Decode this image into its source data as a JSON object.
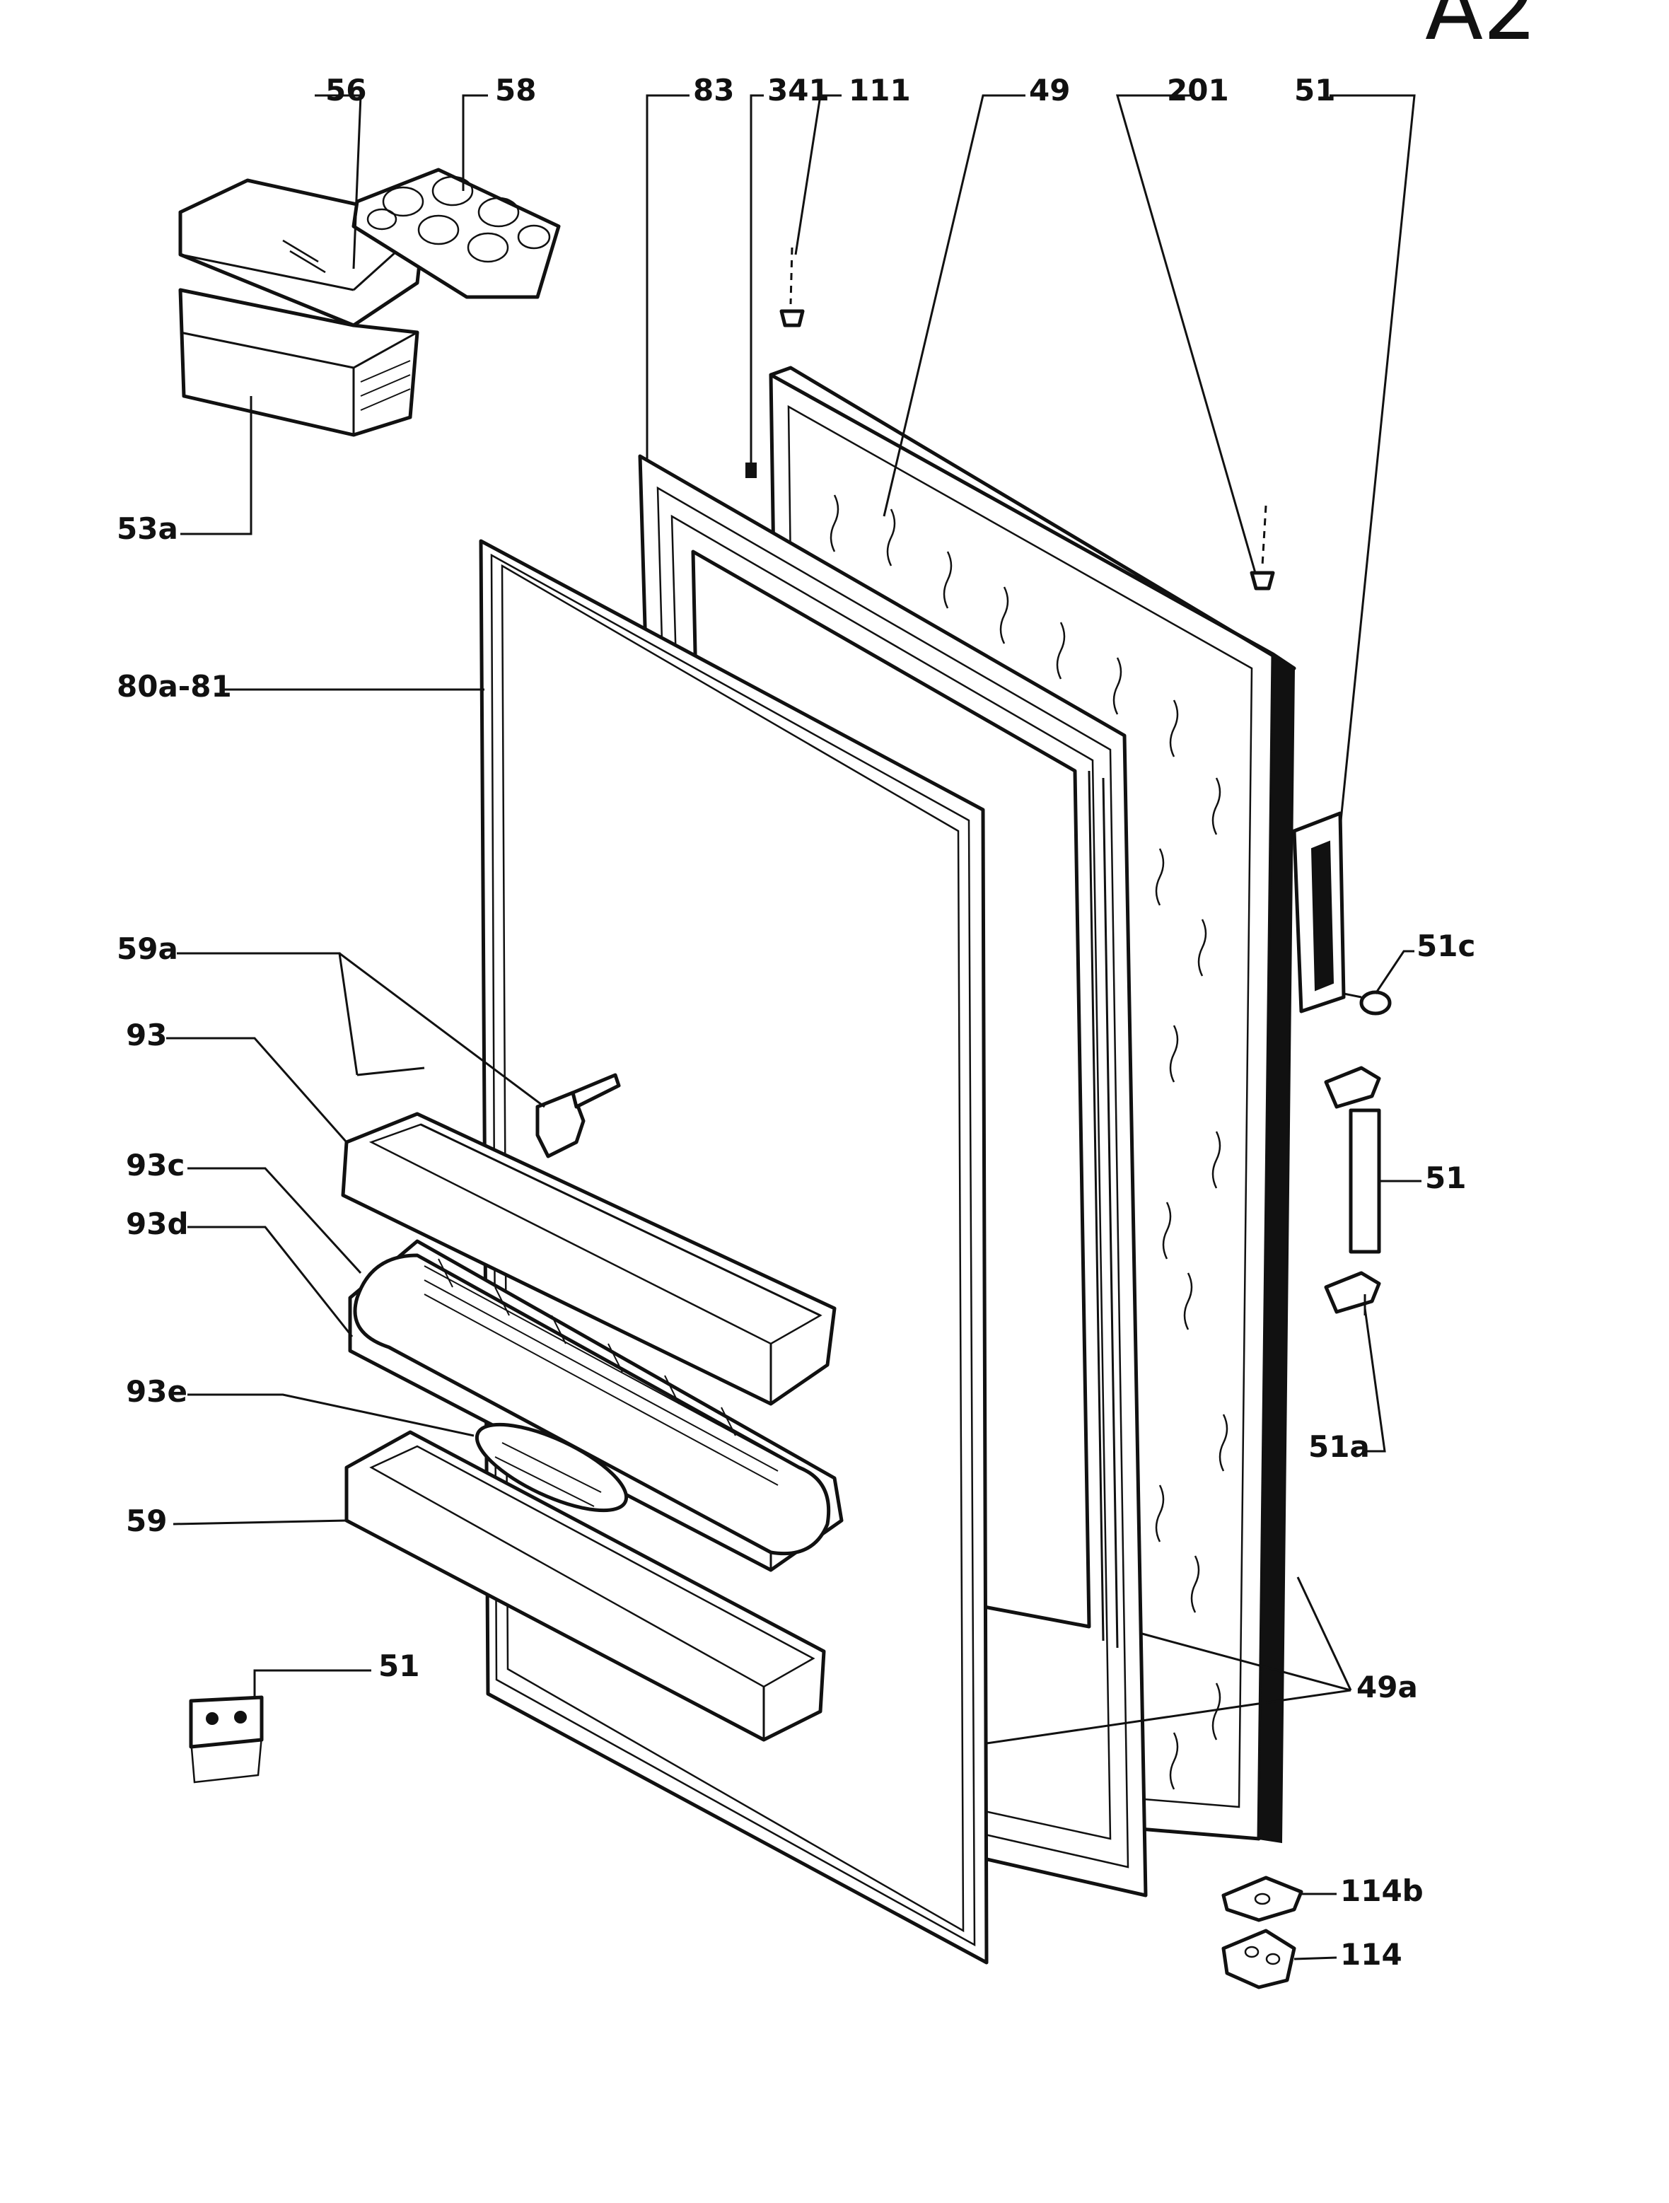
{
  "sheet": {
    "corner_mark": "A2"
  },
  "labels": {
    "l56": "56",
    "l58": "58",
    "l83": "83",
    "l341": "341",
    "l111": "111",
    "l49": "49",
    "l201": "201",
    "l51_top": "51",
    "l53a": "53a",
    "l80a81": "80a-81",
    "l59a": "59a",
    "l93": "93",
    "l93c": "93c",
    "l93d": "93d",
    "l93e": "93e",
    "l59": "59",
    "l51_bottom": "51",
    "l51c": "51c",
    "l51_hinge": "51",
    "l51a": "51a",
    "l49a": "49a",
    "l114b": "114b",
    "l114": "114"
  }
}
